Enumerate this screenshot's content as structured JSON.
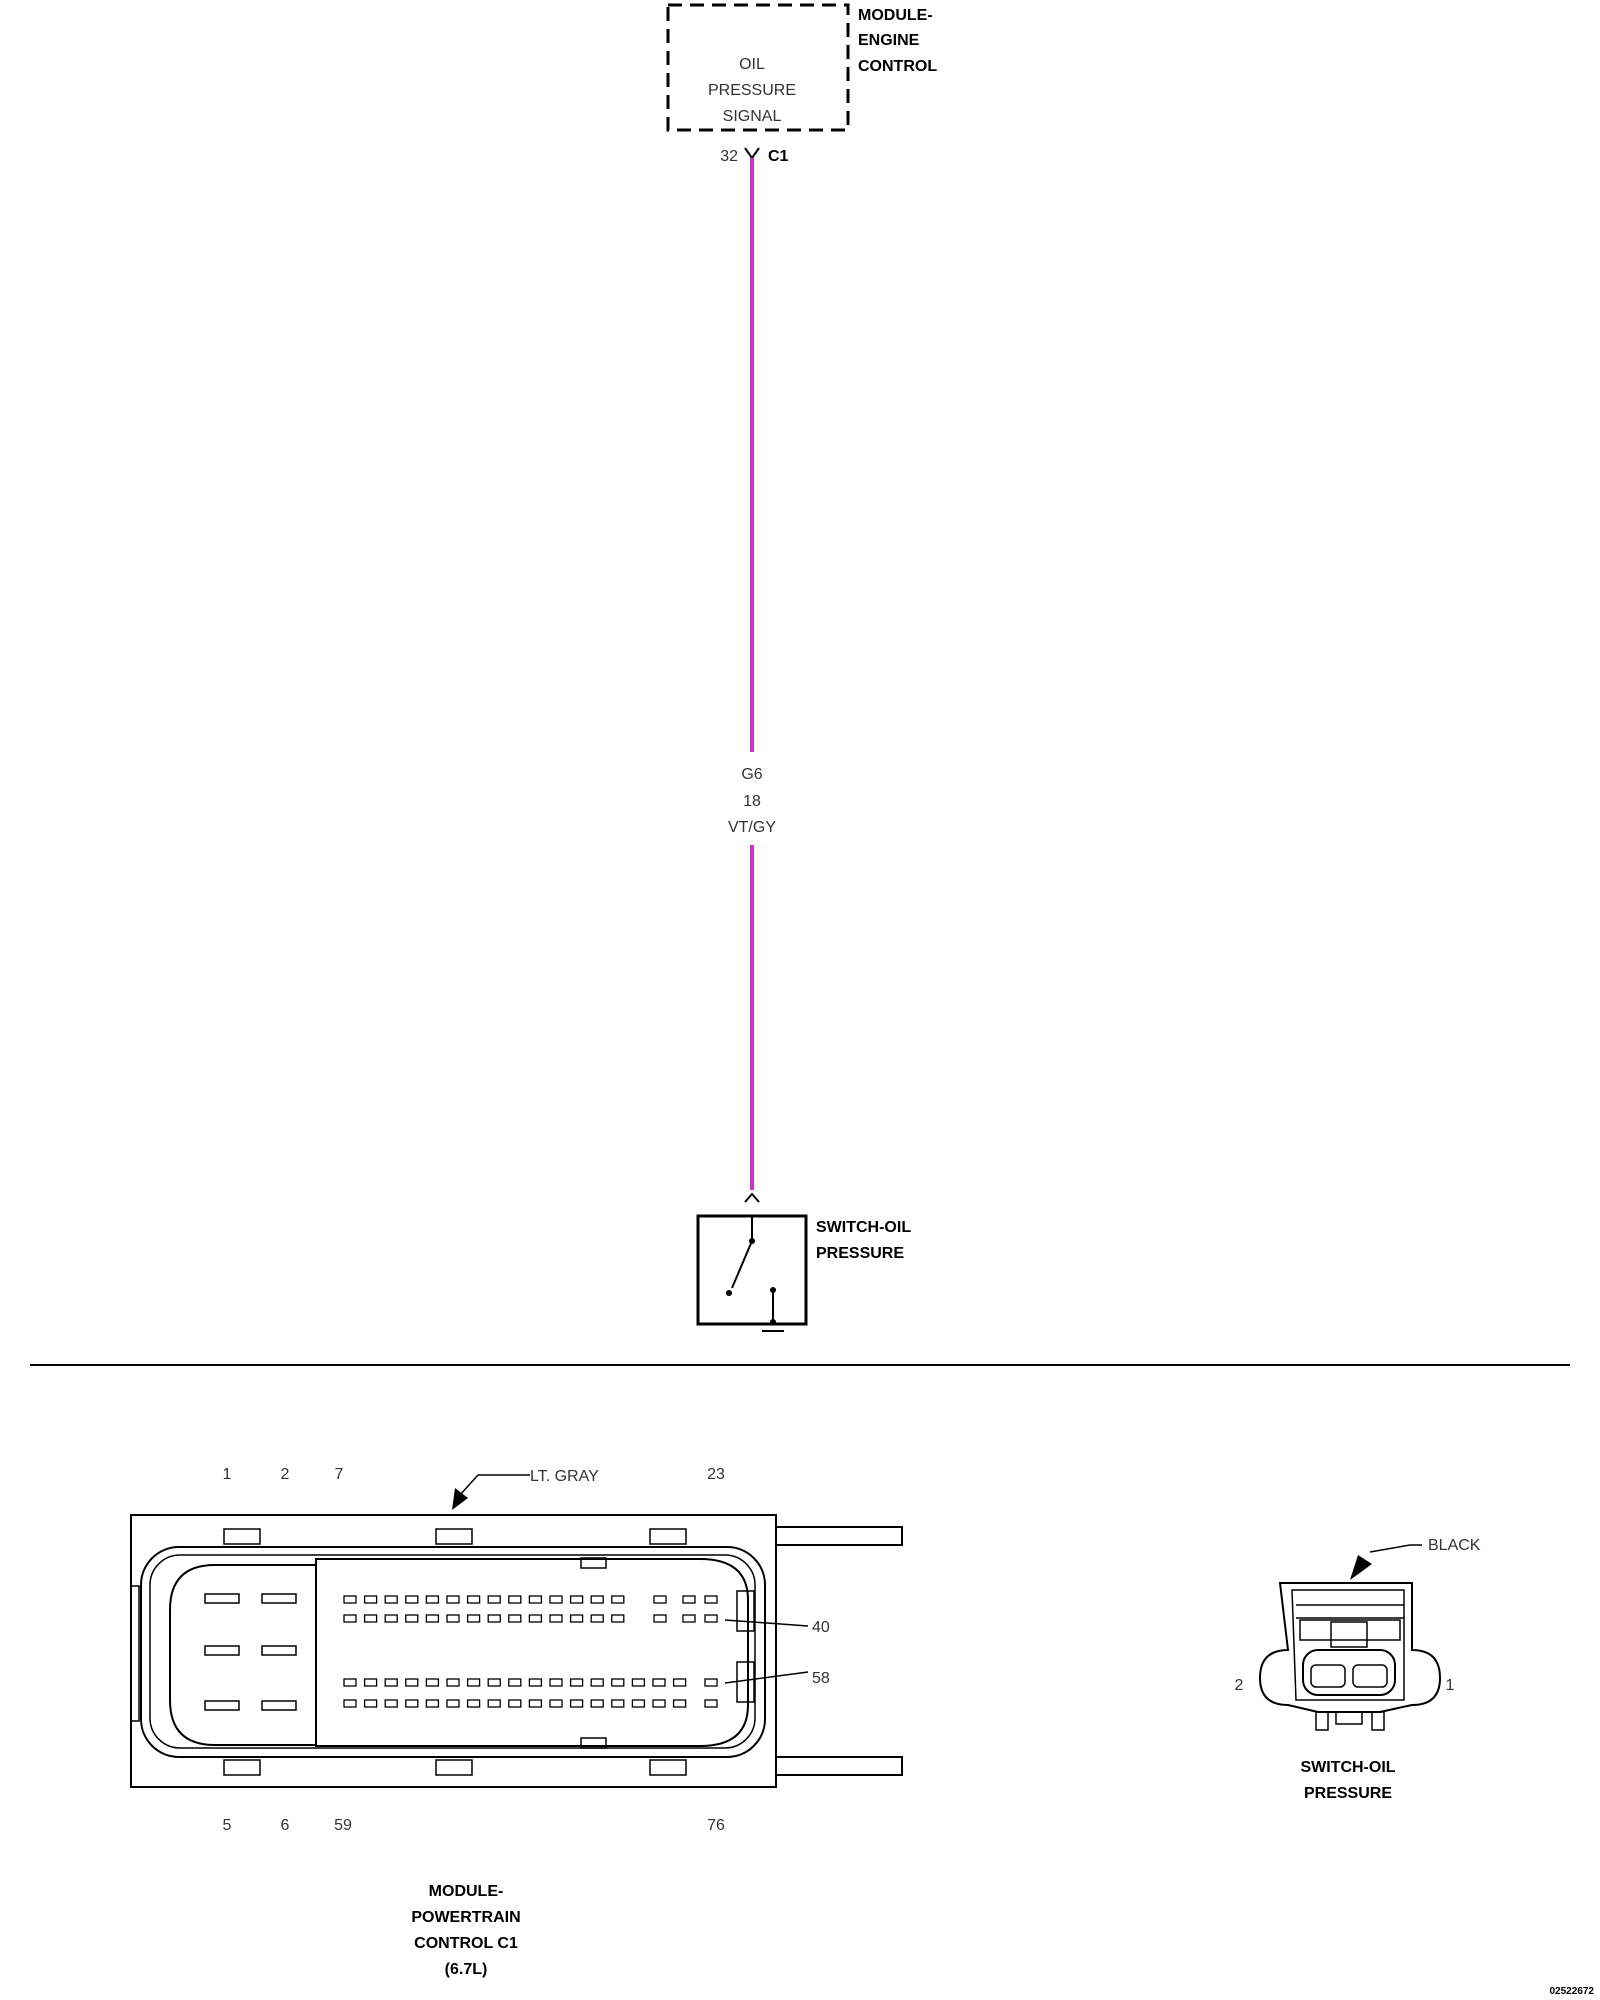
{
  "ecm": {
    "name": [
      "MODULE-",
      "ENGINE",
      "CONTROL"
    ],
    "signal": [
      "OIL",
      "PRESSURE",
      "SIGNAL"
    ],
    "pin": "32",
    "connector": "C1"
  },
  "wire": {
    "circuit": "G6",
    "gauge": "18",
    "color_code": "VT/GY",
    "color": "#cc33cc"
  },
  "oil_switch": {
    "name": [
      "SWITCH-OIL",
      "PRESSURE"
    ]
  },
  "pcm_connector": {
    "color_label": "LT. GRAY",
    "top_pins": [
      "1",
      "2",
      "7",
      "23"
    ],
    "bottom_pins": [
      "5",
      "6",
      "59",
      "76"
    ],
    "side_pins": [
      "40",
      "58"
    ],
    "caption": [
      "MODULE-",
      "POWERTRAIN",
      "CONTROL C1",
      "(6.7L)"
    ]
  },
  "switch_connector": {
    "color_label": "BLACK",
    "pins": [
      "2",
      "1"
    ],
    "caption": [
      "SWITCH-OIL",
      "PRESSURE"
    ]
  },
  "figure_id": "02522672"
}
